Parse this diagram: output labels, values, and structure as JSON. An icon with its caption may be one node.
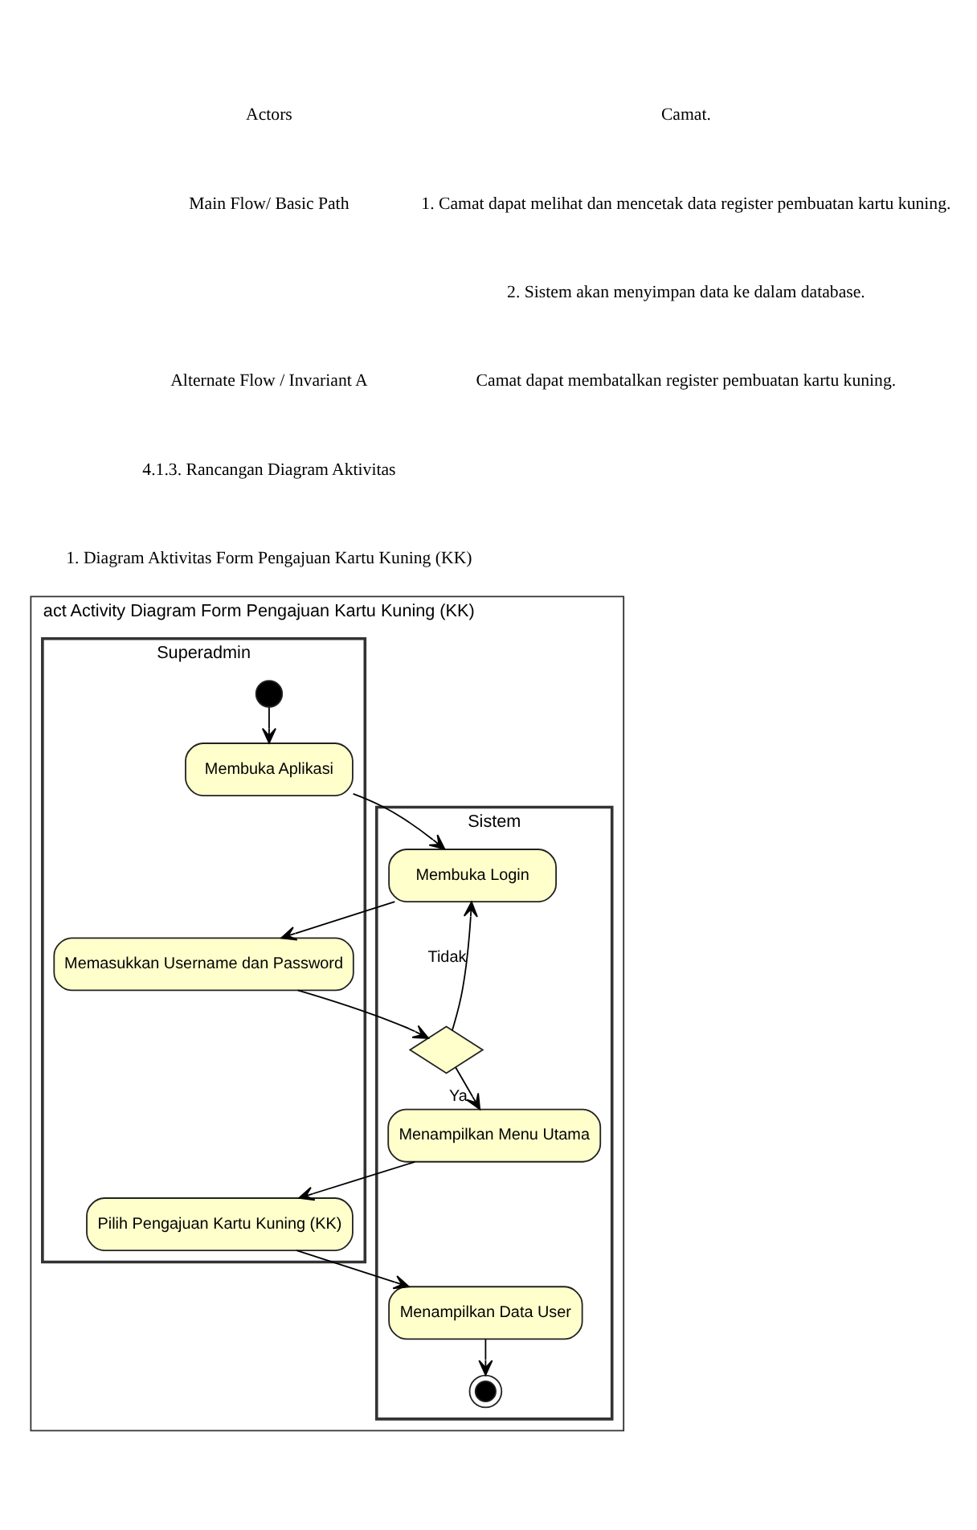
{
  "diagram": {
    "nodes": [
      {
        "text": [
          "act Activity Diagram Form Pengajuan Kartu Kuning (KK)"
        ]
      },
      {
        "text": [
          "Superadmin"
        ],
        "in": 0
      },
      {
        "text": [
          "Sistem"
        ],
        "in": 0
      },
      {
        "text": [],
        "shape": "circle",
        "in": 1
      },
      {
        "text": [
          "Membuka Aplikasi"
        ],
        "in": 1
      },
      {
        "text": [
          "Memasukkan Username dan Password"
        ],
        "in": 1
      },
      {
        "text": [
          "Pilih Pengajuan Kartu Kuning (KK)"
        ],
        "in": 1
      },
      {
        "text": [
          "Membuka Login"
        ],
        "in": 2
      },
      {
        "text": [],
        "shape": "diamond",
        "in": 2
      },
      {
        "text": [
          "Menampilkan Menu Utama"
        ],
        "in": 2
      },
      {
        "text": [
          "Menampilkan Data User"
        ],
        "in": 2
      },
      {
        "text": [],
        "shape": "circle",
        "in": 2
      }
    ],
    "edges": [
      {
        "from": 3,
        "to": 4,
        "arrow": "to"
      },
      {
        "from": 4,
        "to": 7,
        "arrow": "to"
      },
      {
        "from": 7,
        "to": 5,
        "arrow": "to"
      },
      {
        "from": 5,
        "to": 8,
        "arrow": "to"
      },
      {
        "from": 8,
        "to": 7,
        "arrow": "to",
        "label": "Tidak"
      },
      {
        "from": 8,
        "to": 9,
        "arrow": "to",
        "label": "Ya"
      },
      {
        "from": 9,
        "to": 6,
        "arrow": "to"
      },
      {
        "from": 6,
        "to": 10,
        "arrow": "to"
      },
      {
        "from": 10,
        "to": 11,
        "arrow": "to"
      }
    ],
    "labels": [
      "Actors",
      "Camat.",
      "Main Flow/ Basic Path",
      "1. Camat dapat melihat dan mencetak data register pembuatan kartu kuning.",
      "2. Sistem akan menyimpan data ke dalam database.",
      "Alternate Flow / Invariant A",
      "Camat dapat membatalkan register pembuatan kartu kuning.",
      "4.1.3. Rancangan Diagram Aktivitas",
      "1. Diagram Aktivitas Form Pengajuan Kartu Kuning (KK)"
    ]
  }
}
